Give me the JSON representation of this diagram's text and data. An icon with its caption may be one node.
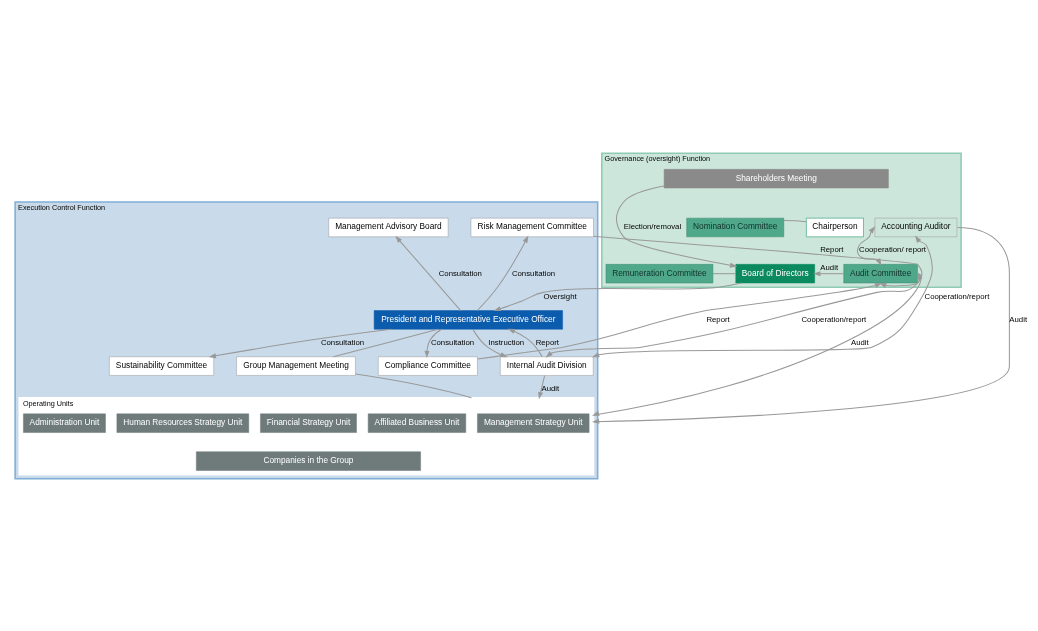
{
  "diagram": {
    "nodes": [
      {
        "text": [
          "Governance (oversight) Function"
        ]
      },
      {
        "text": [
          "Execution Control Function"
        ]
      },
      {
        "text": [
          "Shareholders Meeting"
        ],
        "in": 0
      },
      {
        "text": [
          "Nomination Committee"
        ],
        "in": 0
      },
      {
        "text": [
          "Chairperson"
        ],
        "in": 0
      },
      {
        "text": [
          "Board of Directors"
        ],
        "in": 0
      },
      {
        "text": [
          "Remuneration Committee"
        ],
        "in": 0
      },
      {
        "text": [
          "Audit Committee"
        ],
        "in": 0
      },
      {
        "text": [
          "Accounting Auditor"
        ],
        "in": 0
      },
      {
        "text": [
          "Management Advisory Board"
        ],
        "in": 1
      },
      {
        "text": [
          "Risk Management Committee"
        ],
        "in": 1
      },
      {
        "text": [
          "President and Representative Executive Officer"
        ],
        "in": 1
      },
      {
        "text": [
          "Compliance Committee"
        ],
        "in": 1
      },
      {
        "text": [
          "Sustainability Committee"
        ],
        "in": 1
      },
      {
        "text": [
          "Group Management Meeting"
        ],
        "in": 1
      },
      {
        "text": [
          "Internal Audit Division"
        ],
        "in": 1
      },
      {
        "text": [
          "Operating Units"
        ],
        "in": 1
      },
      {
        "text": [
          "Management Strategy Unit"
        ],
        "in": 16
      },
      {
        "text": [
          "Affiliated Business Unit"
        ],
        "in": 16
      },
      {
        "text": [
          "Financial Strategy Unit"
        ],
        "in": 16
      },
      {
        "text": [
          "Human Resources Strategy Unit"
        ],
        "in": 16
      },
      {
        "text": [
          "Administration Unit"
        ],
        "in": 16
      },
      {
        "text": [
          "Companies in the Group"
        ],
        "in": 16
      }
    ],
    "edges": [
      {
        "from": 2,
        "to": 5,
        "arrow": "to",
        "label": "Election/removal"
      },
      {
        "from": 3,
        "to": 4,
        "arrow": "none"
      },
      {
        "from": 6,
        "to": 5,
        "arrow": "none"
      },
      {
        "from": 7,
        "to": 5,
        "arrow": "to",
        "label": "Audit"
      },
      {
        "from": 7,
        "to": 8,
        "arrow": "both",
        "label": "Cooperation/ report"
      },
      {
        "from": 10,
        "to": 7,
        "arrow": "to",
        "label": "Report"
      },
      {
        "from": 12,
        "to": 7,
        "arrow": "to",
        "label": "Report"
      },
      {
        "from": 15,
        "to": 7,
        "arrow": "both",
        "label": "Cooperation/report"
      },
      {
        "from": 15,
        "to": 8,
        "arrow": "both",
        "label": "Cooperation/report"
      },
      {
        "from": 5,
        "to": 11,
        "arrow": "to",
        "label": "Oversight"
      },
      {
        "from": 11,
        "to": 10,
        "arrow": "to",
        "label": "Consultation"
      },
      {
        "from": 11,
        "to": 9,
        "arrow": "to",
        "label": "Consultation"
      },
      {
        "from": 11,
        "to": 13,
        "arrow": "to",
        "label": "Consultation"
      },
      {
        "from": 11,
        "to": 12,
        "arrow": "to",
        "label": "Consultation"
      },
      {
        "from": 15,
        "to": 11,
        "arrow": "to",
        "label": "Report"
      },
      {
        "from": 11,
        "to": 15,
        "arrow": "to",
        "label": "Instruction"
      },
      {
        "from": 11,
        "to": 14,
        "arrow": "none"
      },
      {
        "from": 14,
        "to": 16,
        "arrow": "none"
      },
      {
        "from": 15,
        "to": 16,
        "arrow": "to",
        "label": "Audit"
      },
      {
        "from": 8,
        "to": 16,
        "arrow": "to",
        "label": "Audit"
      },
      {
        "from": 7,
        "to": 16,
        "arrow": "to",
        "label": "Audit"
      }
    ]
  }
}
